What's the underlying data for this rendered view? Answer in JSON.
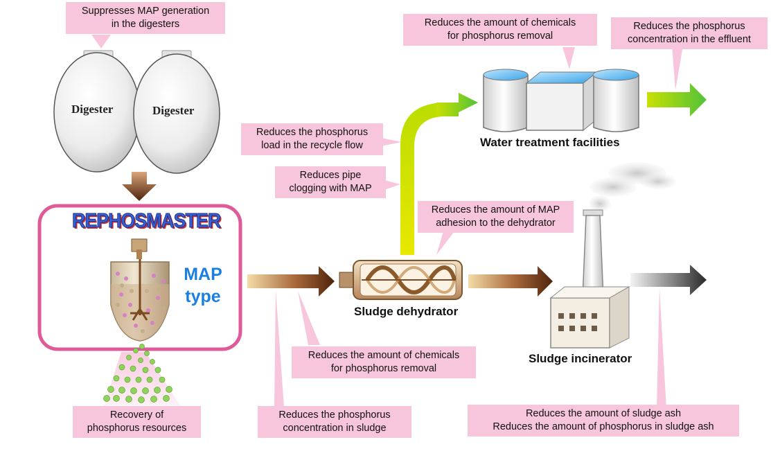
{
  "equipment": {
    "digester_left": "Digester",
    "digester_right": "Digester",
    "rephosmaster_title": "REPHOSMASTER",
    "map_type_line1": "MAP",
    "map_type_line2": "type",
    "sludge_dehydrator": "Sludge dehydrator",
    "water_treatment": "Water treatment facilities",
    "sludge_incinerator": "Sludge incinerator"
  },
  "callouts": {
    "digesters": [
      "Suppresses MAP generation",
      "in the digesters"
    ],
    "recovery": [
      "Recovery of",
      "phosphorus resources"
    ],
    "recycle_flow": [
      "Reduces the phosphorus",
      "load in the recycle flow"
    ],
    "pipe_clogging": [
      "Reduces pipe",
      "clogging with MAP"
    ],
    "map_adhesion": [
      "Reduces the amount of MAP",
      "adhesion to the dehydrator"
    ],
    "chemicals_top": [
      "Reduces the amount of chemicals",
      "for phosphorus removal"
    ],
    "effluent": [
      "Reduces the phosphorus",
      "concentration in the effluent"
    ],
    "chemicals_mid": [
      "Reduces the amount of chemicals",
      "for phosphorus removal"
    ],
    "sludge_conc": [
      "Reduces the phosphorus",
      "concentration in sludge"
    ],
    "ash": [
      "Reduces the amount of sludge ash",
      "Reduces the amount of phosphorus in sludge ash"
    ]
  },
  "colors": {
    "callout_bg": "#f8c6dc",
    "frame": "#e05a9a",
    "brown_arrow": "#6a3210",
    "green_arrow": "#5ec832",
    "title_blue": "#1a7fe0"
  }
}
